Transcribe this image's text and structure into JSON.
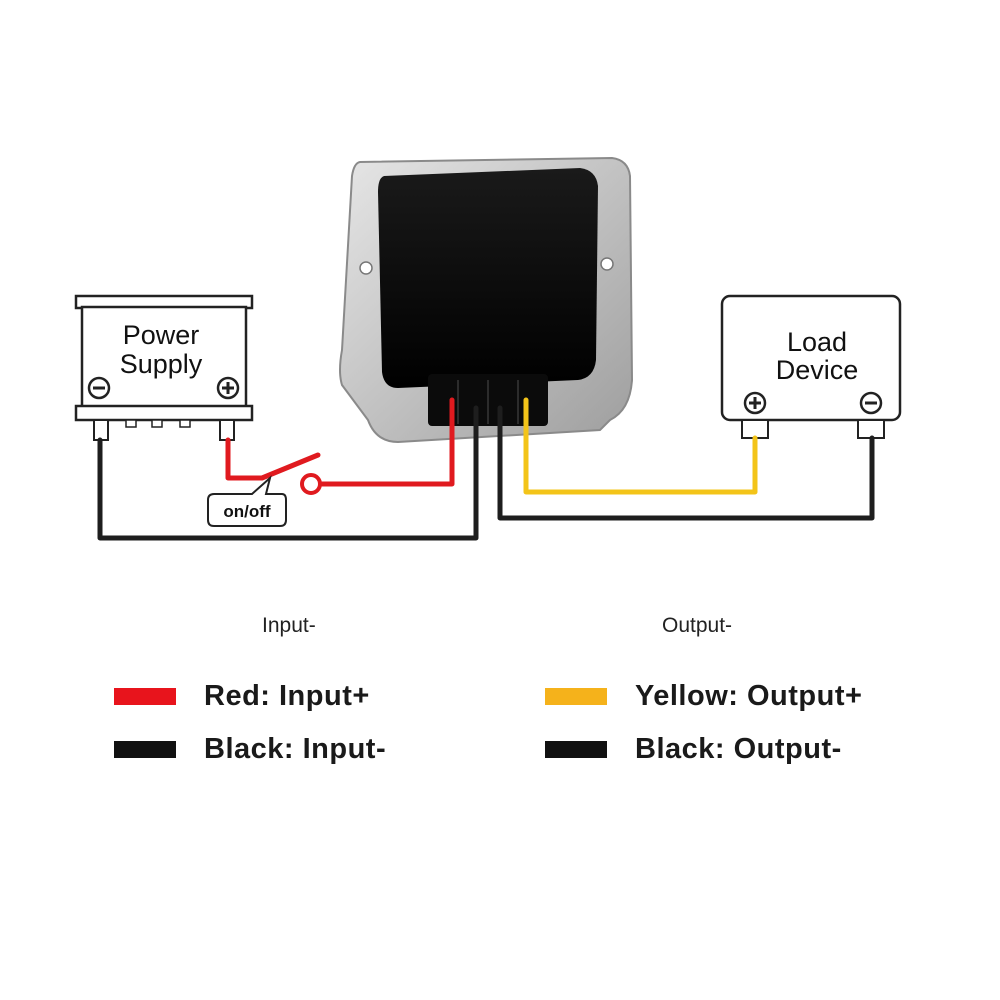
{
  "power_supply": {
    "label_line1": "Power",
    "label_line2": "Supply",
    "minus_symbol": "minus",
    "plus_symbol": "plus"
  },
  "load_device": {
    "label_line1": "Load",
    "label_line2": "Device",
    "plus_symbol": "plus",
    "minus_symbol": "minus"
  },
  "switch": {
    "label": "on/off"
  },
  "headings": {
    "input": "Input-",
    "output": "Output-"
  },
  "legend": [
    {
      "text": "Red: Input+",
      "color": "#e8141c"
    },
    {
      "text": "Black: Input-",
      "color": "#111111"
    },
    {
      "text": "Yellow: Output+",
      "color": "#f5b21b"
    },
    {
      "text": "Black: Output-",
      "color": "#111111"
    }
  ],
  "colors": {
    "wire_red": "#e01a1f",
    "wire_black": "#1e1e1e",
    "wire_yellow": "#f3c419",
    "housing": "#c9c9c9",
    "module_face": "#050505"
  }
}
